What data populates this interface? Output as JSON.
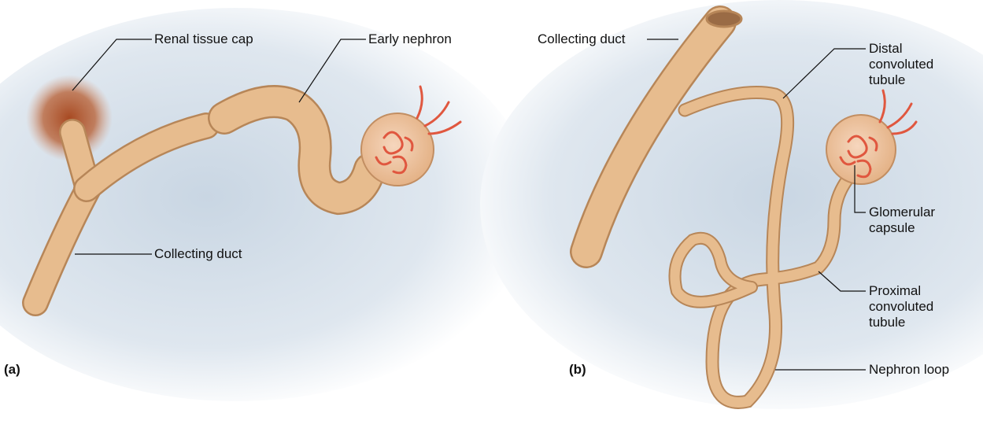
{
  "colors": {
    "background_tint": "#dde6ef",
    "tubule_fill": "#e7bc8e",
    "tubule_stroke": "#b78658",
    "tissue_cap": "#b45a30",
    "capillary_red": "#e0573f",
    "leader_line": "#111111"
  },
  "panel_a": {
    "tag": "(a)",
    "labels": {
      "renal_tissue_cap": "Renal tissue cap",
      "early_nephron": "Early nephron",
      "collecting_duct": "Collecting duct"
    }
  },
  "panel_b": {
    "tag": "(b)",
    "labels": {
      "collecting_duct": "Collecting duct",
      "distal_convoluted_tubule": [
        "Distal",
        "convoluted",
        "tubule"
      ],
      "glomerular_capsule": [
        "Glomerular",
        "capsule"
      ],
      "proximal_convoluted_tubule": [
        "Proximal",
        "convoluted",
        "tubule"
      ],
      "nephron_loop": "Nephron loop"
    }
  }
}
